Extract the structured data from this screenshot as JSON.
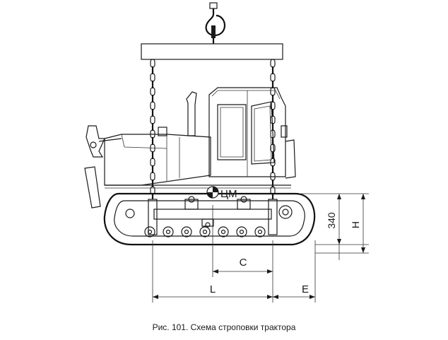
{
  "figure": {
    "caption": "Рис. 101. Схема строповки трактора",
    "cm_label": "ЦМ",
    "dimension_labels": {
      "h_value": "340",
      "h": "H",
      "c": "C",
      "l": "L",
      "e": "E"
    }
  },
  "icons": [
    "crane-hook-icon",
    "center-of-mass-icon"
  ],
  "colors": {
    "ink": "#1a1a1a",
    "background": "#ffffff"
  }
}
